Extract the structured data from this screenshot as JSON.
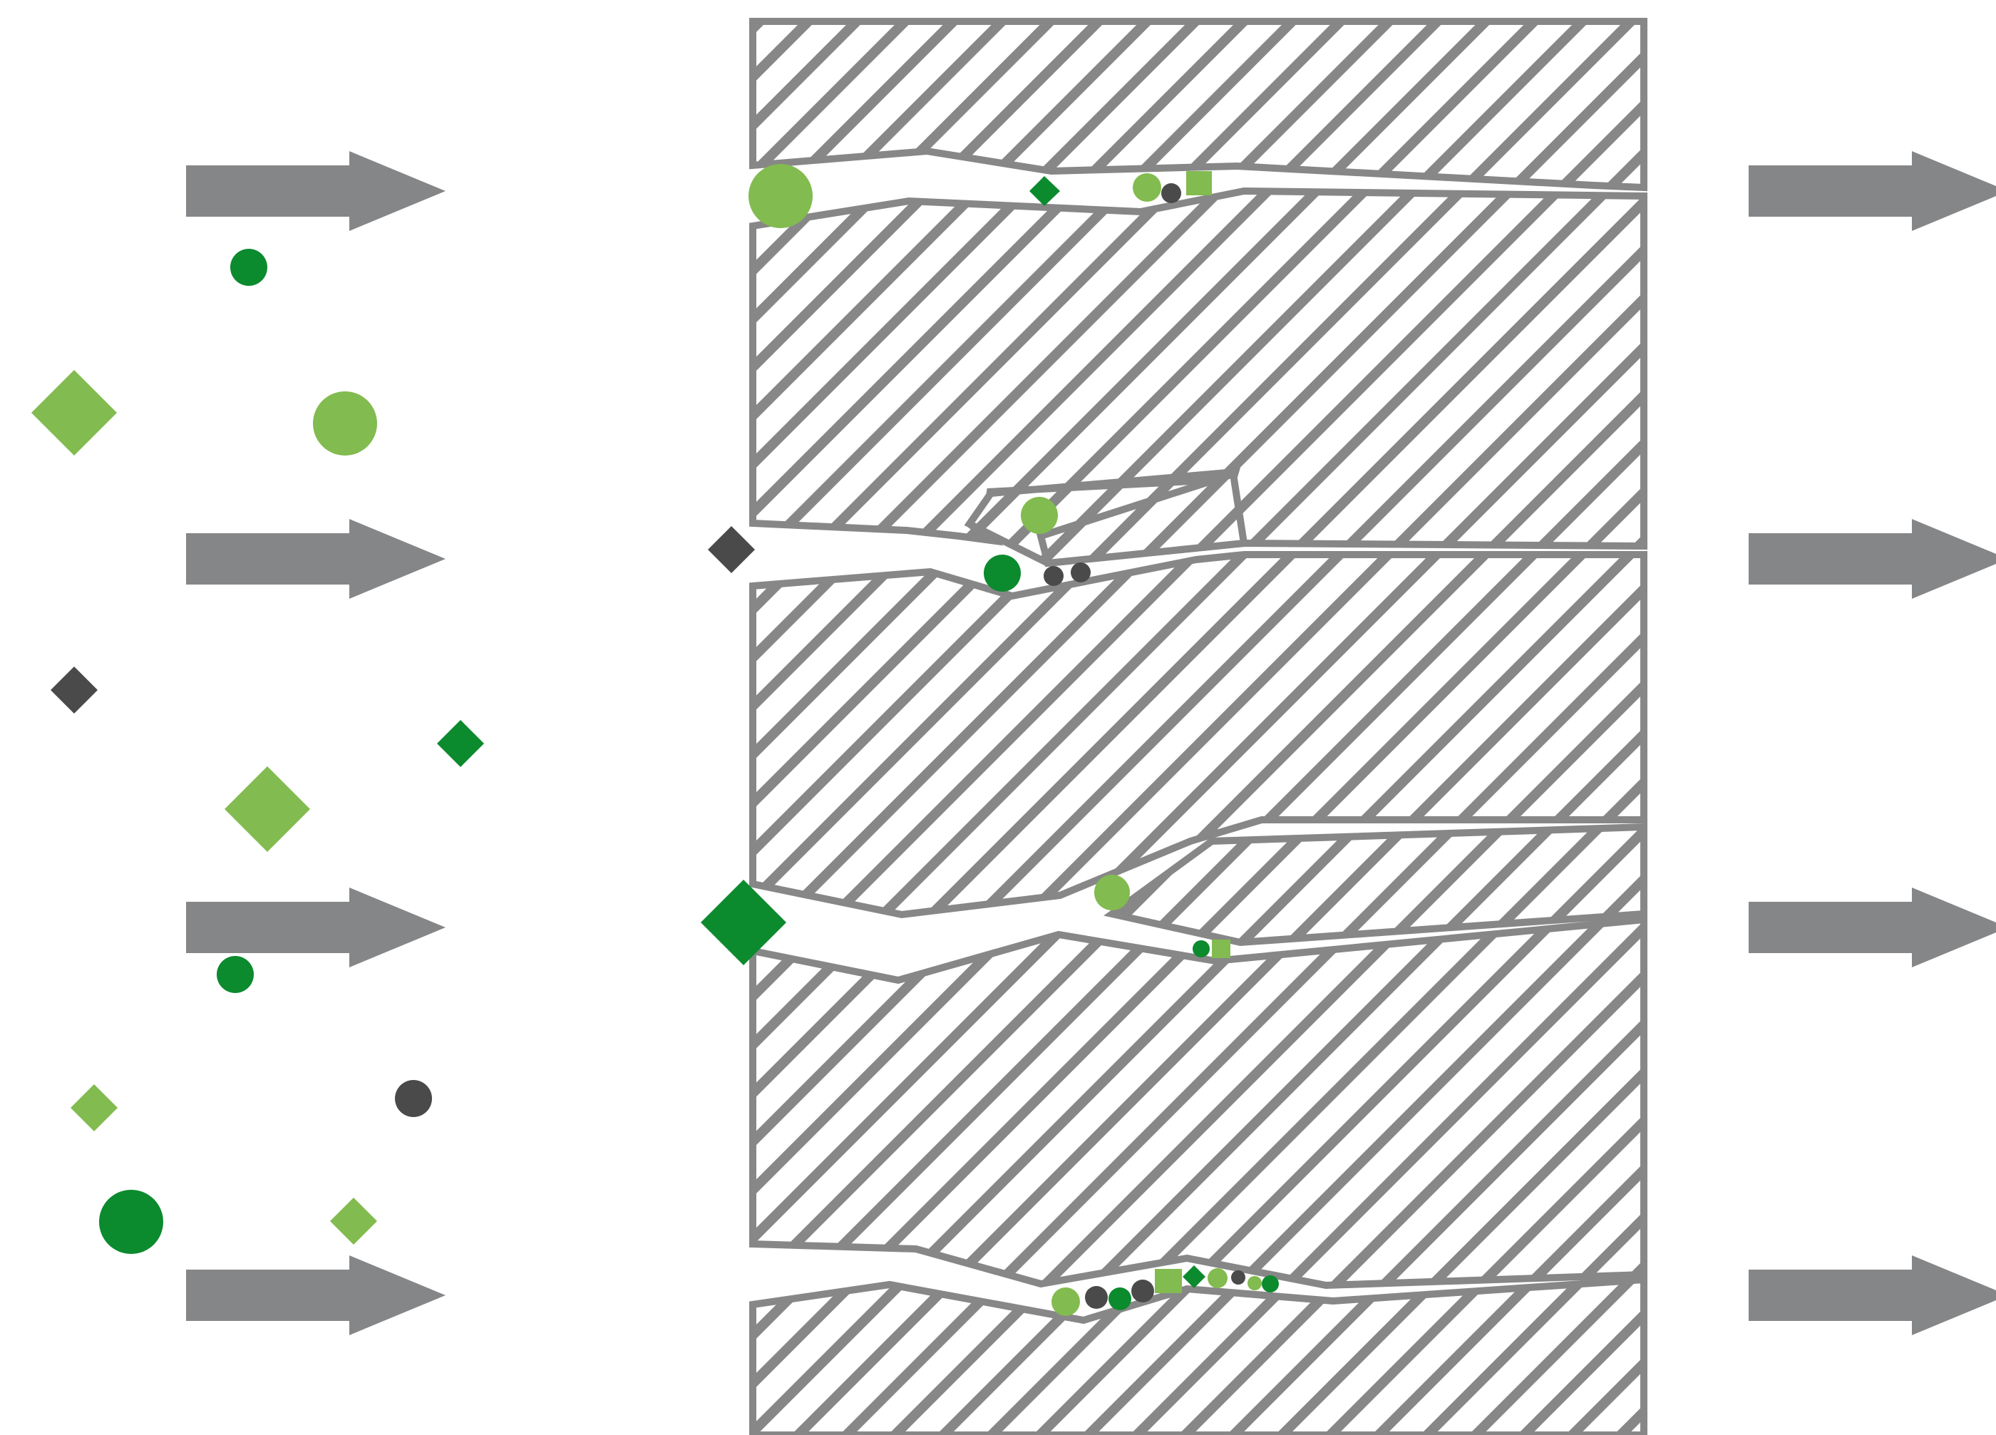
{
  "diagram": {
    "description_visible_text": "",
    "palette": {
      "gray": "#878787",
      "arrow_gray": "#858688",
      "dark_gray": "#4a4a4a",
      "green": "#0c8a2e",
      "light_green": "#82bb4f",
      "white": "#ffffff"
    },
    "inlet_arrows": {
      "count": 4,
      "direction": "right"
    },
    "outlet_arrows": {
      "count": 4,
      "direction": "right"
    },
    "filter_medium": {
      "pattern": "diagonal-hatch",
      "channels": 4
    },
    "particle_shapes": [
      "circle",
      "diamond"
    ],
    "particle_colors": [
      "green",
      "light_green",
      "dark_gray"
    ]
  }
}
